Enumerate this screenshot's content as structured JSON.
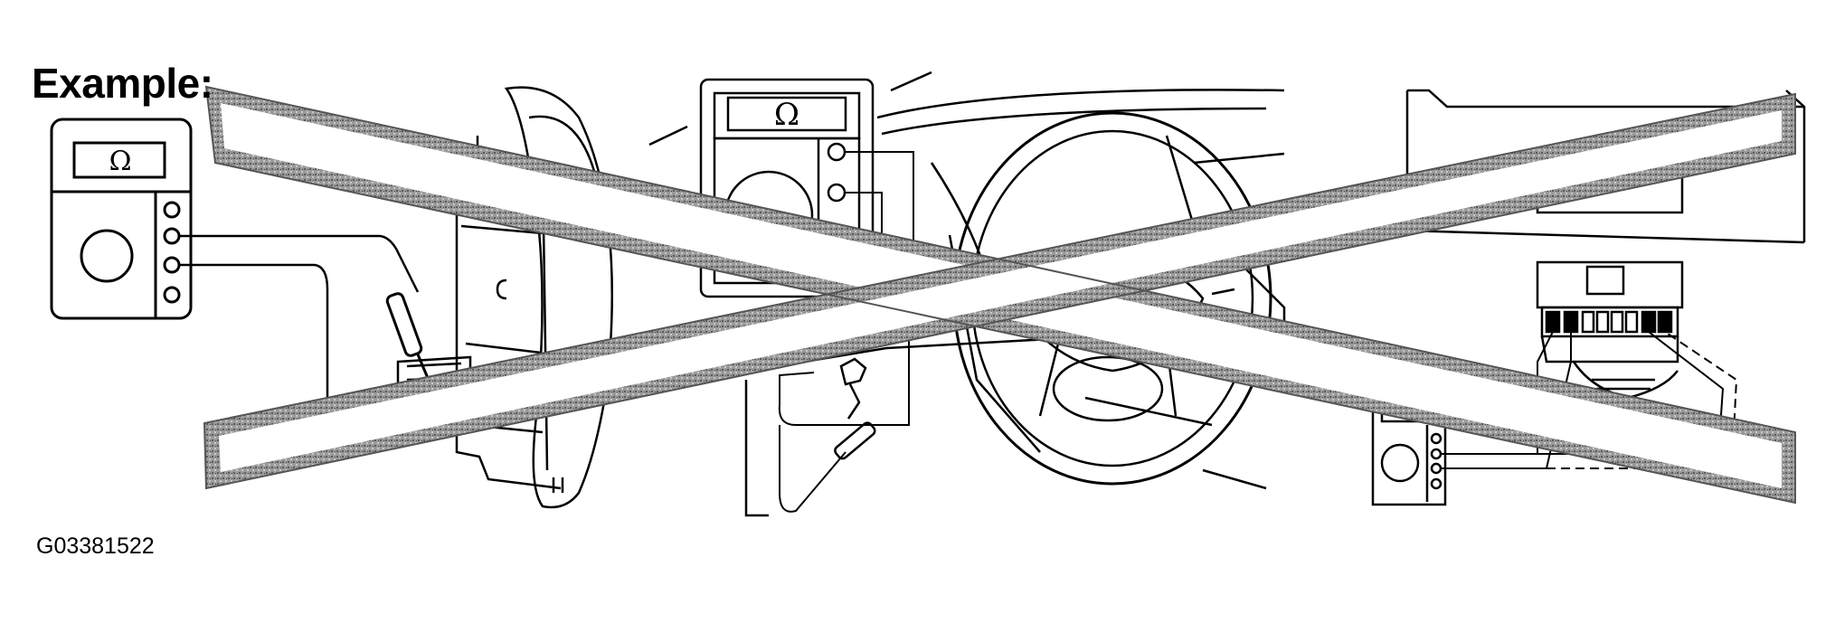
{
  "diagram": {
    "title": "Example:",
    "figure_code": "G03381522",
    "meter_symbol": "Ω",
    "panels": [
      {
        "name": "ohmmeter-example"
      },
      {
        "name": "steering-column-connector-test"
      },
      {
        "name": "steering-wheel-cockpit-test"
      },
      {
        "name": "connector-backprobe-test"
      }
    ],
    "crossed_out_panels": [
      "steering-column-connector-test",
      "steering-wheel-cockpit-test",
      "connector-backprobe-test"
    ],
    "colors": {
      "line": "#000000",
      "cross": "#8c8c8c",
      "background": "#ffffff"
    }
  }
}
